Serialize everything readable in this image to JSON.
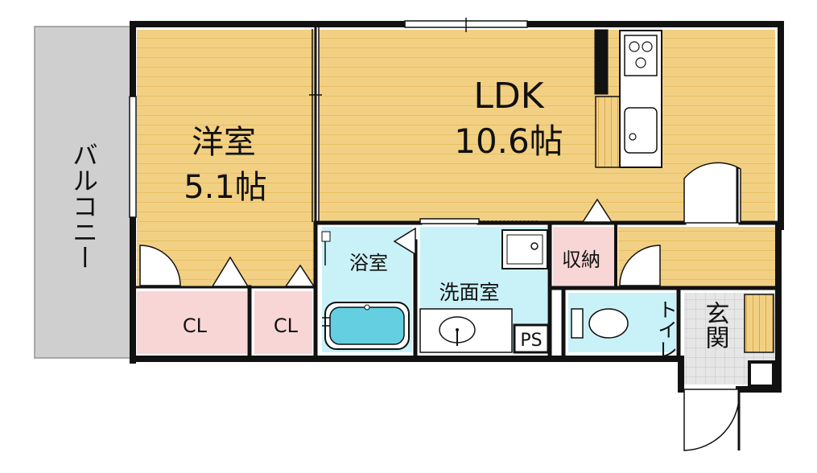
{
  "rooms": {
    "western": {
      "name": "洋室",
      "size": "5.1帖"
    },
    "ldk": {
      "name": "LDK",
      "size": "10.6帖"
    },
    "bath": {
      "name": "浴室"
    },
    "washroom": {
      "name": "洗面室"
    },
    "storage": {
      "name": "収納"
    },
    "closet1": {
      "name": "CL"
    },
    "closet2": {
      "name": "CL"
    },
    "ps": {
      "name": "PS"
    },
    "toilet": {
      "name": "トイレ"
    },
    "entrance": {
      "name": "玄関"
    },
    "balcony": {
      "name": "バルコニー"
    }
  },
  "colors": {
    "wood_floor": "#f2d083",
    "wood_line": "#e7bf63",
    "wet_area": "#c9f2f8",
    "closet": "#f9d6d6",
    "balcony": "#cfcfcf",
    "entrance_tile": "#e6e6e6",
    "wall": "#111111"
  }
}
